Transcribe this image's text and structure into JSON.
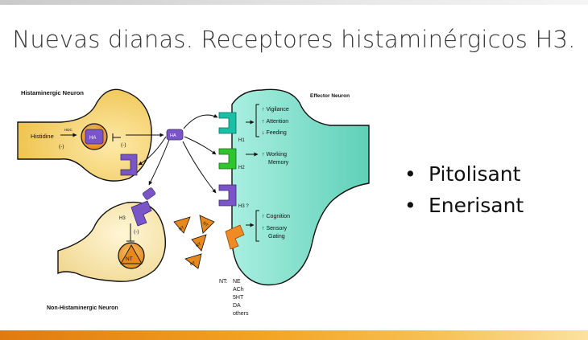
{
  "slide": {
    "title": "Nuevas dianas. Receptores histaminérgicos H3.",
    "bullets": [
      "Pitolisant",
      "Enerisant"
    ]
  },
  "diagram": {
    "histaminergic_neuron": "Histaminergic Neuron",
    "non_histaminergic_neuron": "Non-Histaminergic Neuron",
    "effector_neuron": "Effector Neuron",
    "histidine": "Histidine",
    "hdc": "HDC",
    "ha": "HA",
    "inhibit_symbol": "(-)",
    "nt": "NT",
    "receptors": {
      "h1": "H1",
      "h2": "H2",
      "h3q": "H3 ?",
      "h3": "H3"
    },
    "effects": {
      "h1": [
        {
          "arrow": "↑",
          "label": "Vigilance"
        },
        {
          "arrow": "↑",
          "label": "Attention"
        },
        {
          "arrow": "↓",
          "label": "Feeding"
        }
      ],
      "h2": [
        {
          "arrow": "↑",
          "label": "Working"
        },
        {
          "arrow": "",
          "label": "Memory"
        }
      ],
      "h3": [
        {
          "arrow": "↑",
          "label": "Cognition"
        },
        {
          "arrow": "↑",
          "label": "Sensory"
        },
        {
          "arrow": "",
          "label": "Gating"
        }
      ]
    },
    "nt_legend": {
      "prefix": "NT:",
      "items": [
        "NE",
        "ACh",
        "5HT",
        "DA",
        "others"
      ]
    }
  },
  "colors": {
    "histaminergic_fill": "#f6d77a",
    "effector_fill": "#7fdcc6",
    "non_histaminergic_fill": "#f5e3a6",
    "h1_receptor": "#1ac0a6",
    "h2_receptor": "#2ec62e",
    "h3_receptor": "#7a55c8",
    "other_receptor": "#f08a24",
    "nt_triangle": "#e88a34",
    "bar_accent": "#f3a423"
  }
}
